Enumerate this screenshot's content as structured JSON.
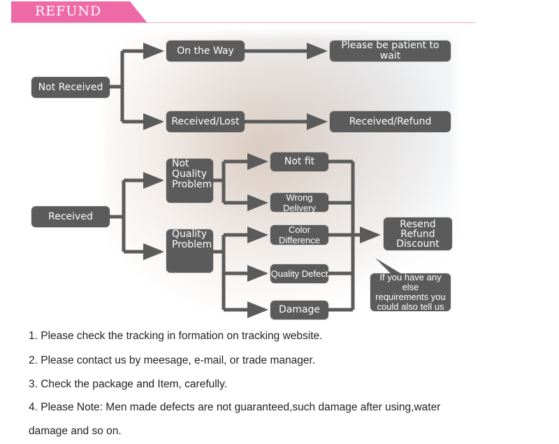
{
  "header": {
    "title": "REFUND"
  },
  "flow": {
    "not_received": "Not Received",
    "on_the_way": "On the Way",
    "please_wait": "Please be patient to wait",
    "received_lost": "Received/Lost",
    "received_refund": "Received/Refund",
    "received": "Received",
    "not_quality_problem": [
      "Not",
      "Quality",
      "Problem"
    ],
    "quality_problem": [
      "Quality",
      "Problem"
    ],
    "not_fit": "Not fit",
    "wrong_delivery": "Wrong Delivery",
    "color_difference": "Color Difference",
    "quality_defect": "Quality Defect",
    "damage": "Damage",
    "outcome": [
      "Resend",
      "Refund",
      "Discount"
    ],
    "callout": [
      "If you have any else",
      "requirements you",
      "could also tell us"
    ]
  },
  "notes": [
    "1. Please check the tracking in formation on tracking website.",
    "2. Please contact us by meesage, e-mail, or trade manager.",
    "3. Check the package and Item, carefully.",
    "4. Please Note: Men made defects  are not guaranteed,such damage after using,water",
    "damage and so on."
  ]
}
